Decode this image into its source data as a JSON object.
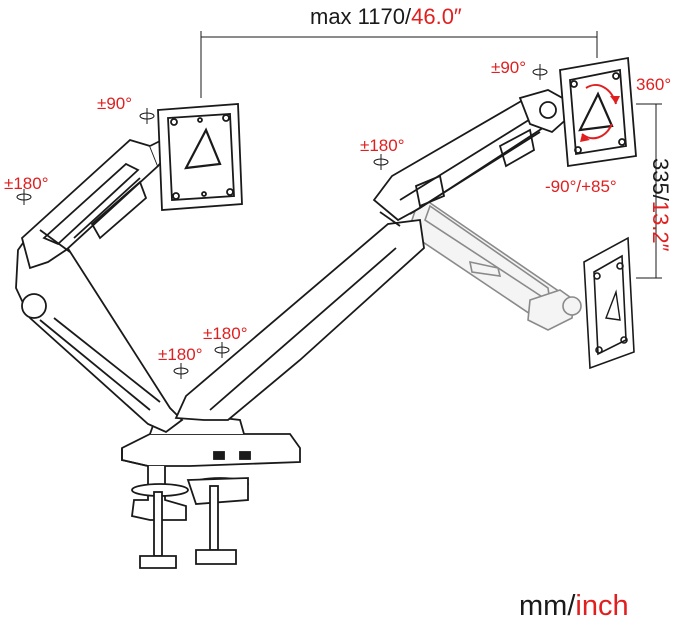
{
  "dimensions": {
    "width_metric": "max 1170/",
    "width_imperial": "46.0″",
    "height_metric": "335/",
    "height_imperial": "13.2″"
  },
  "angles": {
    "left_vesa_tilt": "±90°",
    "left_arm_swivel": "±180°",
    "left_base_swivel": "±180°",
    "right_base_swivel": "±180°",
    "right_arm_swivel": "±180°",
    "right_vesa_tilt": "±90°",
    "rotation": "360°",
    "tilt_range": "-90°/+85°"
  },
  "units": {
    "metric": "mm/",
    "imperial": "inch"
  },
  "colors": {
    "line": "#1a1a1a",
    "accent": "#e02020",
    "ghost": "#9a9a9a"
  }
}
